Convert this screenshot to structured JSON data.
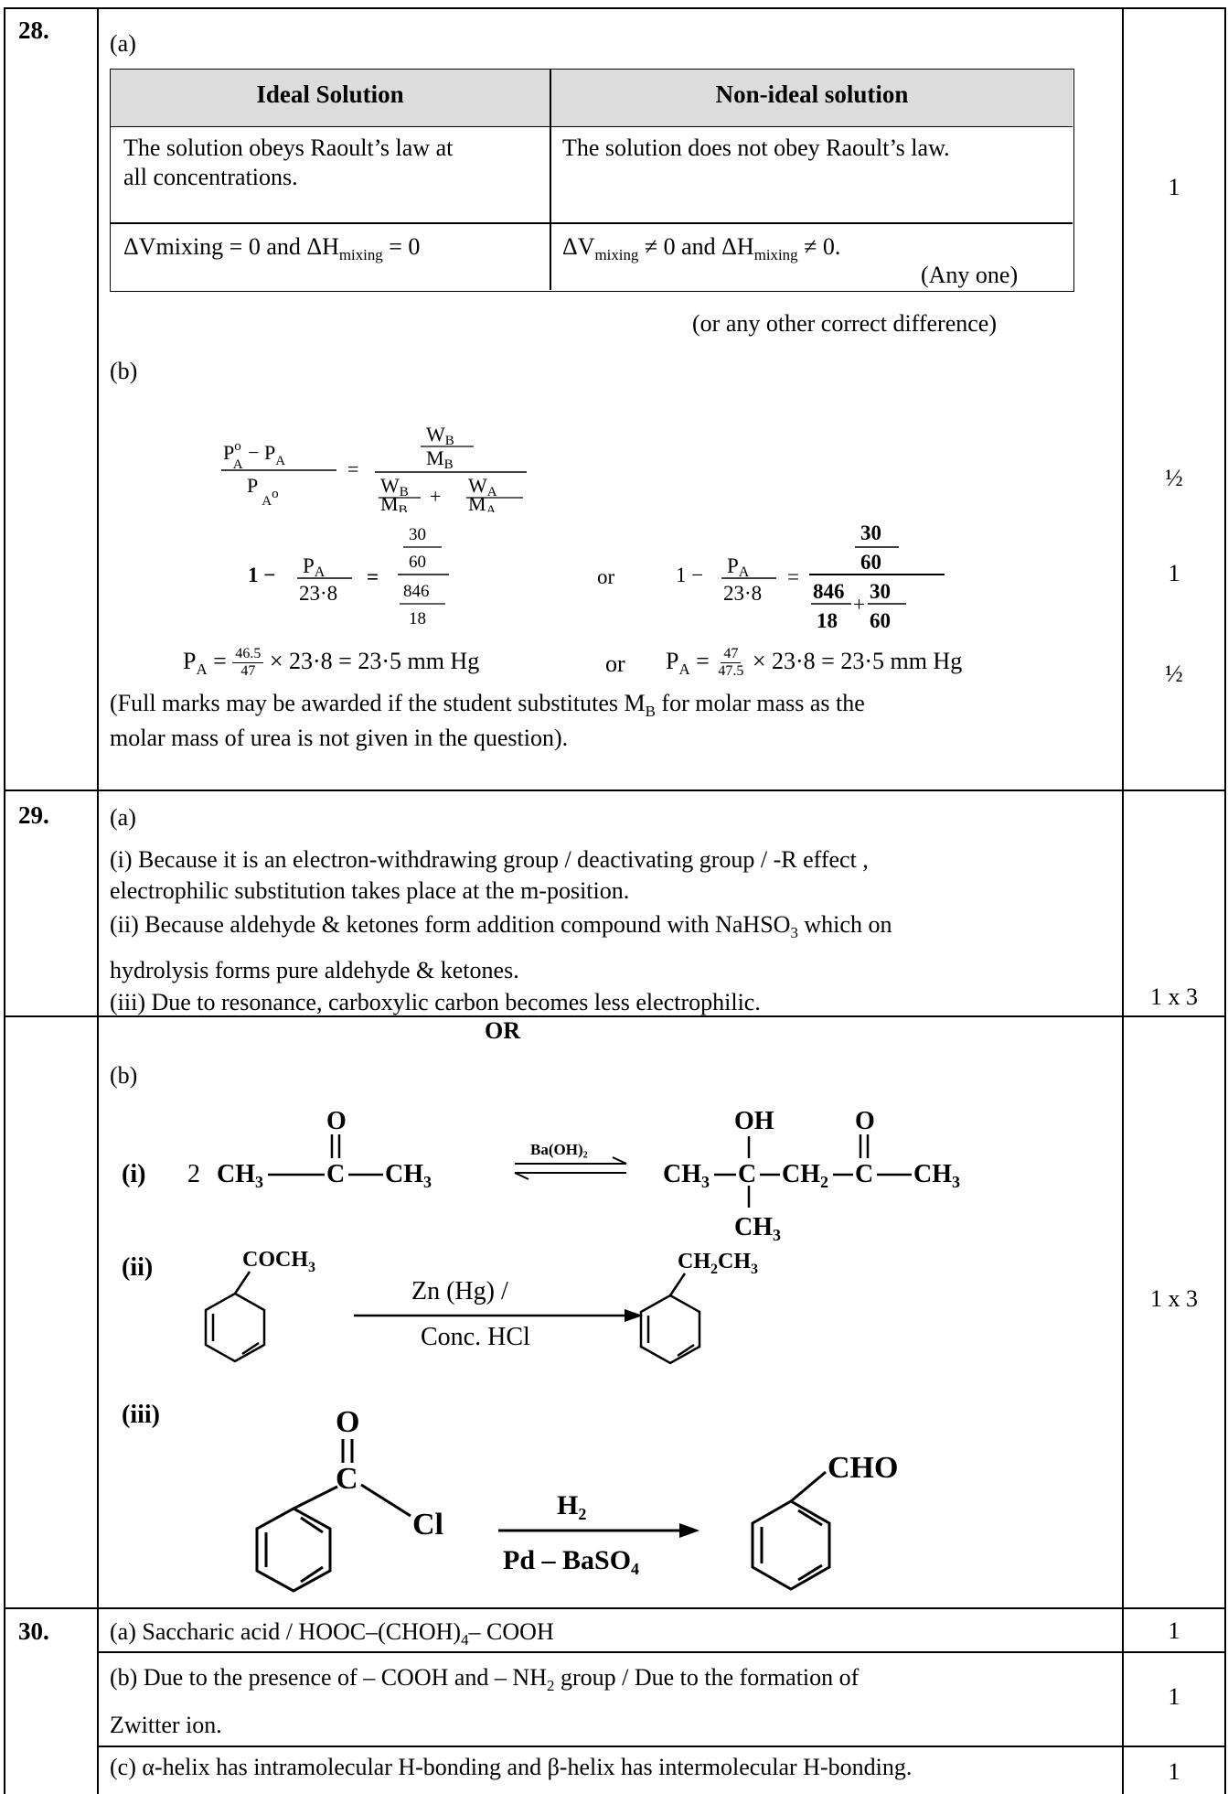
{
  "q28": {
    "number": "28.",
    "part_a": "(a)",
    "header_ideal": "Ideal Solution",
    "header_nonideal": "Non-ideal solution",
    "row1_ideal_line1": "The solution obeys Raoult’s law at",
    "row1_ideal_line2": "all concentrations.",
    "row1_nonideal": "The solution does not obey Raoult’s law.",
    "row2_ideal": "ΔVmixing = 0 and ΔH",
    "row2_ideal_sub": "mixing",
    "row2_ideal_end": " = 0",
    "row2_nonideal": "ΔV",
    "row2_nonideal_sub1": "mixing",
    "row2_nonideal_mid": " ≠ 0 and ΔH",
    "row2_nonideal_sub2": "mixing",
    "row2_nonideal_end": " ≠ 0.",
    "any_one": "(Any one)",
    "other_diff": "(or any other correct difference)",
    "part_b": "(b)",
    "eq3_lhs": "P",
    "eq3_lhs_sub": "A",
    "eq3_rhs1": "= ",
    "eq3_n1": "46.5",
    "eq3_d1": "47",
    "eq3_rest1": " × 23·8 = 23·5 mm Hg",
    "eq3_or": "or",
    "eq3_n2": "47",
    "eq3_d2": "47.5",
    "eq3_rest2": " × 23·8 = 23·5 mm Hg",
    "eq2_or": "or",
    "note_line1": "(Full marks may be awarded if the student substitutes M",
    "note_sub": "B",
    "note_line1_end": " for molar mass as the",
    "note_line2": "molar mass of urea is not given in the question).",
    "marks": [
      "1",
      "½",
      "1",
      "½"
    ]
  },
  "q29": {
    "number": "29.",
    "part_a": "(a)",
    "i_line1": "(i) Because it is an electron-withdrawing group / deactivating group / -R effect ,",
    "i_line2": "electrophilic substitution takes place at the m-position.",
    "ii_line1": "(ii) Because aldehyde & ketones form addition compound with NaHSO",
    "ii_sub": "3",
    "ii_line1_end": " which on",
    "ii_line2": "hydrolysis forms pure aldehyde & ketones.",
    "iii": "(iii) Due to resonance, carboxylic carbon becomes less electrophilic.",
    "mark_a": "1 x 3",
    "or": "OR",
    "part_b": "(b)",
    "mark_b": "1 x 3",
    "rx1": {
      "label": "(i)",
      "coef": "2",
      "reagent": "Ba(OH)₂"
    },
    "rx2": {
      "label": "(ii)",
      "reagent_top": "Zn (Hg) /",
      "reagent_bottom": "Conc. HCl"
    },
    "rx3": {
      "label": "(iii)",
      "reagent_top": "H₂",
      "reagent_bottom": "Pd – BaSO₄"
    }
  },
  "q30": {
    "number": "30.",
    "a": "(a) Saccharic acid / HOOC–(CHOH)",
    "a_sub": "4",
    "a_end": "– COOH",
    "b_line1": "(b) Due to the presence of – COOH and – NH",
    "b_sub": "2",
    "b_line1_end": " group / Due to the formation of",
    "b_line2": "Zwitter ion.",
    "c": "(c) α-helix has intramolecular H-bonding and β-helix has intermolecular H-bonding.",
    "marks": [
      "1",
      "1",
      "1"
    ]
  }
}
